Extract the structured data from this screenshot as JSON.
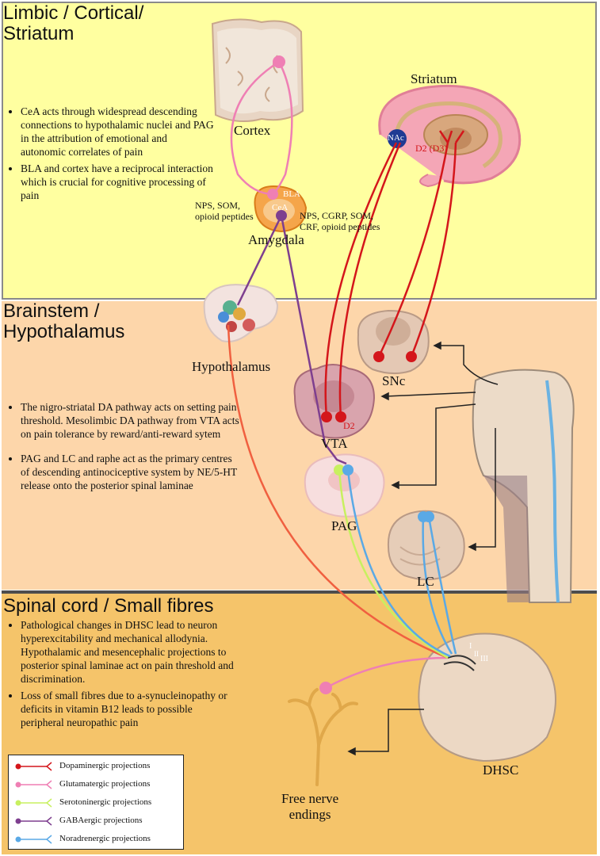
{
  "sections": {
    "limbic": {
      "title": "Limbic / Cortical/\nStriatum",
      "bullets": [
        "CeA acts through widespread descending connections to hypothalamic nuclei and PAG in the attribution of emotional and autonomic correlates of pain",
        "BLA and cortex have a reciprocal interaction which is crucial for cognitive processing of pain"
      ]
    },
    "brainstem": {
      "title": "Brainstem /\nHypothalamus",
      "bullets": [
        "The nigro-striatal DA pathway acts on setting pain threshold. Mesolimbic DA pathway from VTA acts on pain tolerance by reward/anti-reward sytem",
        "PAG and LC and raphe act as the primary centres of descending antinociceptive system by NE/5-HT release onto the posterior spinal laminae"
      ]
    },
    "spinal": {
      "title": "Spinal cord / Small fibres",
      "bullets": [
        "Pathological changes in DHSC lead to neuron hyperexcitability and mechanical allodynia. Hypothalamic and mesencephalic projections to posterior spinal laminae act on pain threshold and discrimination.",
        "Loss of small fibres due to a-synucleinopathy or deficits in vitamin B12 leads to possible peripheral neuropathic pain"
      ]
    }
  },
  "labels": {
    "cortex": "Cortex",
    "striatum": "Striatum",
    "nac": "NAc",
    "d2_d3": "D2 (D3)",
    "amygdala": "Amygdala",
    "bla": "BLA",
    "cea": "CeA",
    "nps_left": "NPS, SOM,\nopioid peptides",
    "nps_right": "NPS, CGRP, SOM,\nCRF, opioid peptides",
    "hypothalamus": "Hypothalamus",
    "snc": "SNc",
    "vta": "VTA",
    "d2": "D2",
    "pag": "PAG",
    "lc": "LC",
    "dhsc": "DHSC",
    "lamina_i": "I",
    "lamina_ii": "II",
    "lamina_iii": "III",
    "free_nerve": "Free nerve\nendings"
  },
  "legend": [
    {
      "label": "Dopaminergic projections",
      "color": "#d4161b"
    },
    {
      "label": "Glutamatergic projections",
      "color": "#ef7fb4"
    },
    {
      "label": "Serotoninergic projections",
      "color": "#c8f060"
    },
    {
      "label": "GABAergic projections",
      "color": "#7e3f8f"
    },
    {
      "label": "Noradrenergic projections",
      "color": "#5aa9e6"
    }
  ],
  "colors": {
    "dopaminergic": "#d4161b",
    "glutamatergic": "#ef7fb4",
    "serotoninergic": "#c8f060",
    "gabaergic": "#7e3f8f",
    "noradrenergic": "#5aa9e6",
    "hypothalamic_projection": "#f06040",
    "limbic_bg": "#ffffa0",
    "brainstem_bg": "#fdd6aa",
    "spinal_bg": "#f5c46a"
  }
}
